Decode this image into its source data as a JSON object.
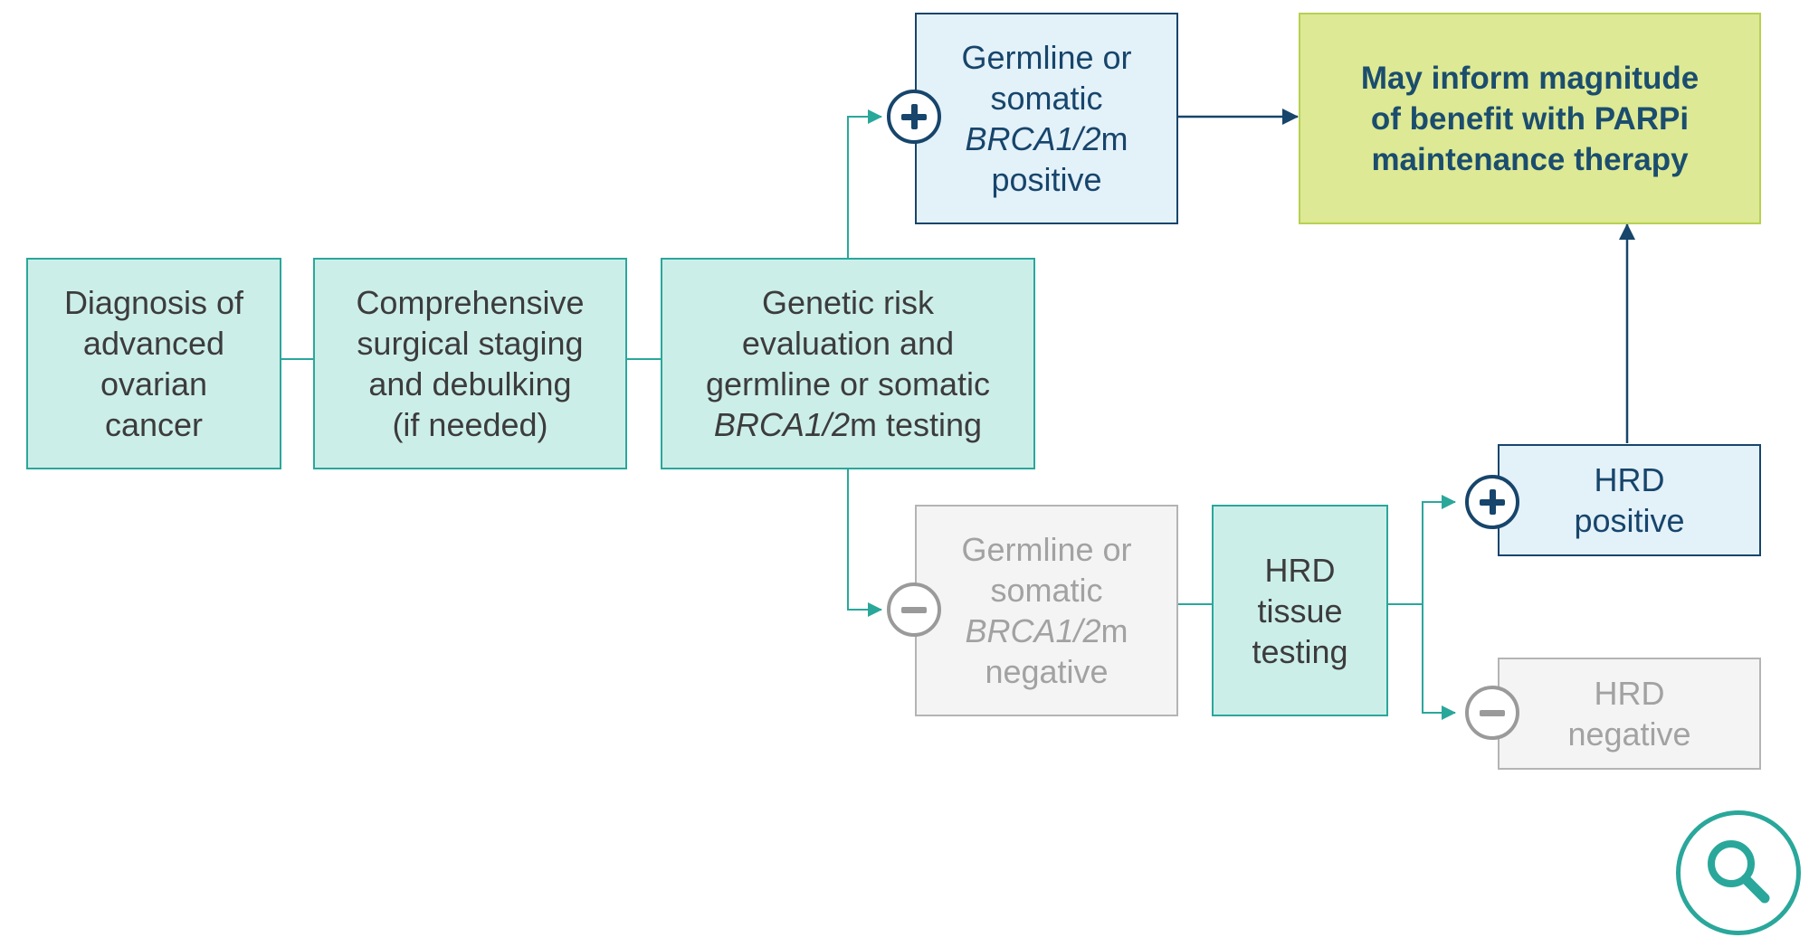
{
  "boxes": {
    "diagnosis": {
      "lines": [
        "Diagnosis of",
        "advanced",
        "ovarian",
        "cancer"
      ]
    },
    "surgical": {
      "lines": [
        "Comprehensive",
        "surgical staging",
        "and debulking",
        "(if needed)"
      ]
    },
    "genetic": {
      "lines": [
        "Genetic risk",
        "evaluation and",
        "germline or somatic"
      ],
      "last_italic": "BRCA1/2",
      "last_rest": "m testing"
    },
    "brca_positive": {
      "lines": [
        "Germline or",
        "somatic"
      ],
      "italic": "BRCA1/2",
      "italic_rest": "m",
      "last": "positive"
    },
    "brca_negative": {
      "lines": [
        "Germline or",
        "somatic"
      ],
      "italic": "BRCA1/2",
      "italic_rest": "m",
      "last": "negative"
    },
    "hrd_testing": {
      "lines": [
        "HRD",
        "tissue",
        "testing"
      ]
    },
    "hrd_positive": {
      "lines": [
        "HRD",
        "positive"
      ]
    },
    "hrd_negative": {
      "lines": [
        "HRD",
        "negative"
      ]
    },
    "outcome": {
      "lines": [
        "May inform magnitude",
        "of benefit with PARPi",
        "maintenance therapy"
      ]
    }
  },
  "icons": {
    "plus": "plus-circle-icon",
    "minus": "minus-circle-icon",
    "search": "magnifier-icon"
  },
  "colors": {
    "teal": "#2aa79b",
    "navy": "#17456b",
    "grey": "#b4b4b4",
    "green_fill": "#dde994"
  }
}
